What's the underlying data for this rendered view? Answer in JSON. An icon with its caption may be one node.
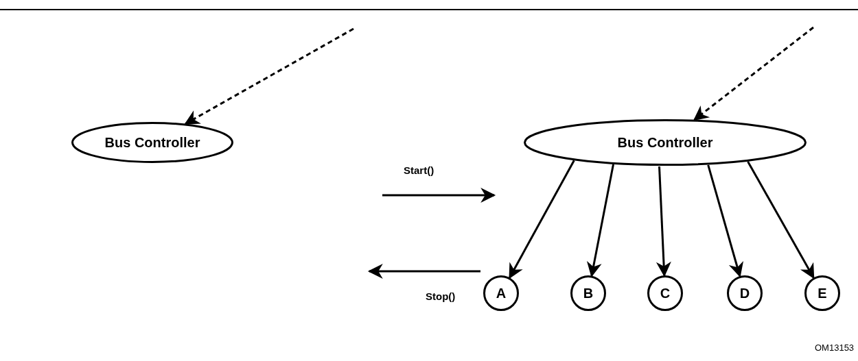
{
  "diagram": {
    "nodes": [
      {
        "text": [
          "Bus Controller"
        ]
      },
      {
        "text": [
          "Bus Controller"
        ]
      },
      {
        "text": [
          "A"
        ]
      },
      {
        "text": [
          "B"
        ]
      },
      {
        "text": [
          "C"
        ]
      },
      {
        "text": [
          "D"
        ]
      },
      {
        "text": [
          "E"
        ]
      }
    ],
    "edges": [
      {
        "from": null,
        "to": 0,
        "arrow": "to",
        "style": "dashed"
      },
      {
        "from": null,
        "to": 1,
        "arrow": "to",
        "style": "dashed"
      },
      {
        "from": 1,
        "to": 2,
        "arrow": "to"
      },
      {
        "from": 1,
        "to": 3,
        "arrow": "to"
      },
      {
        "from": 1,
        "to": 4,
        "arrow": "to"
      },
      {
        "from": 1,
        "to": 5,
        "arrow": "to"
      },
      {
        "from": 1,
        "to": 6,
        "arrow": "to"
      }
    ],
    "labels": [
      "Start()",
      "Stop()",
      "OM13153"
    ]
  }
}
